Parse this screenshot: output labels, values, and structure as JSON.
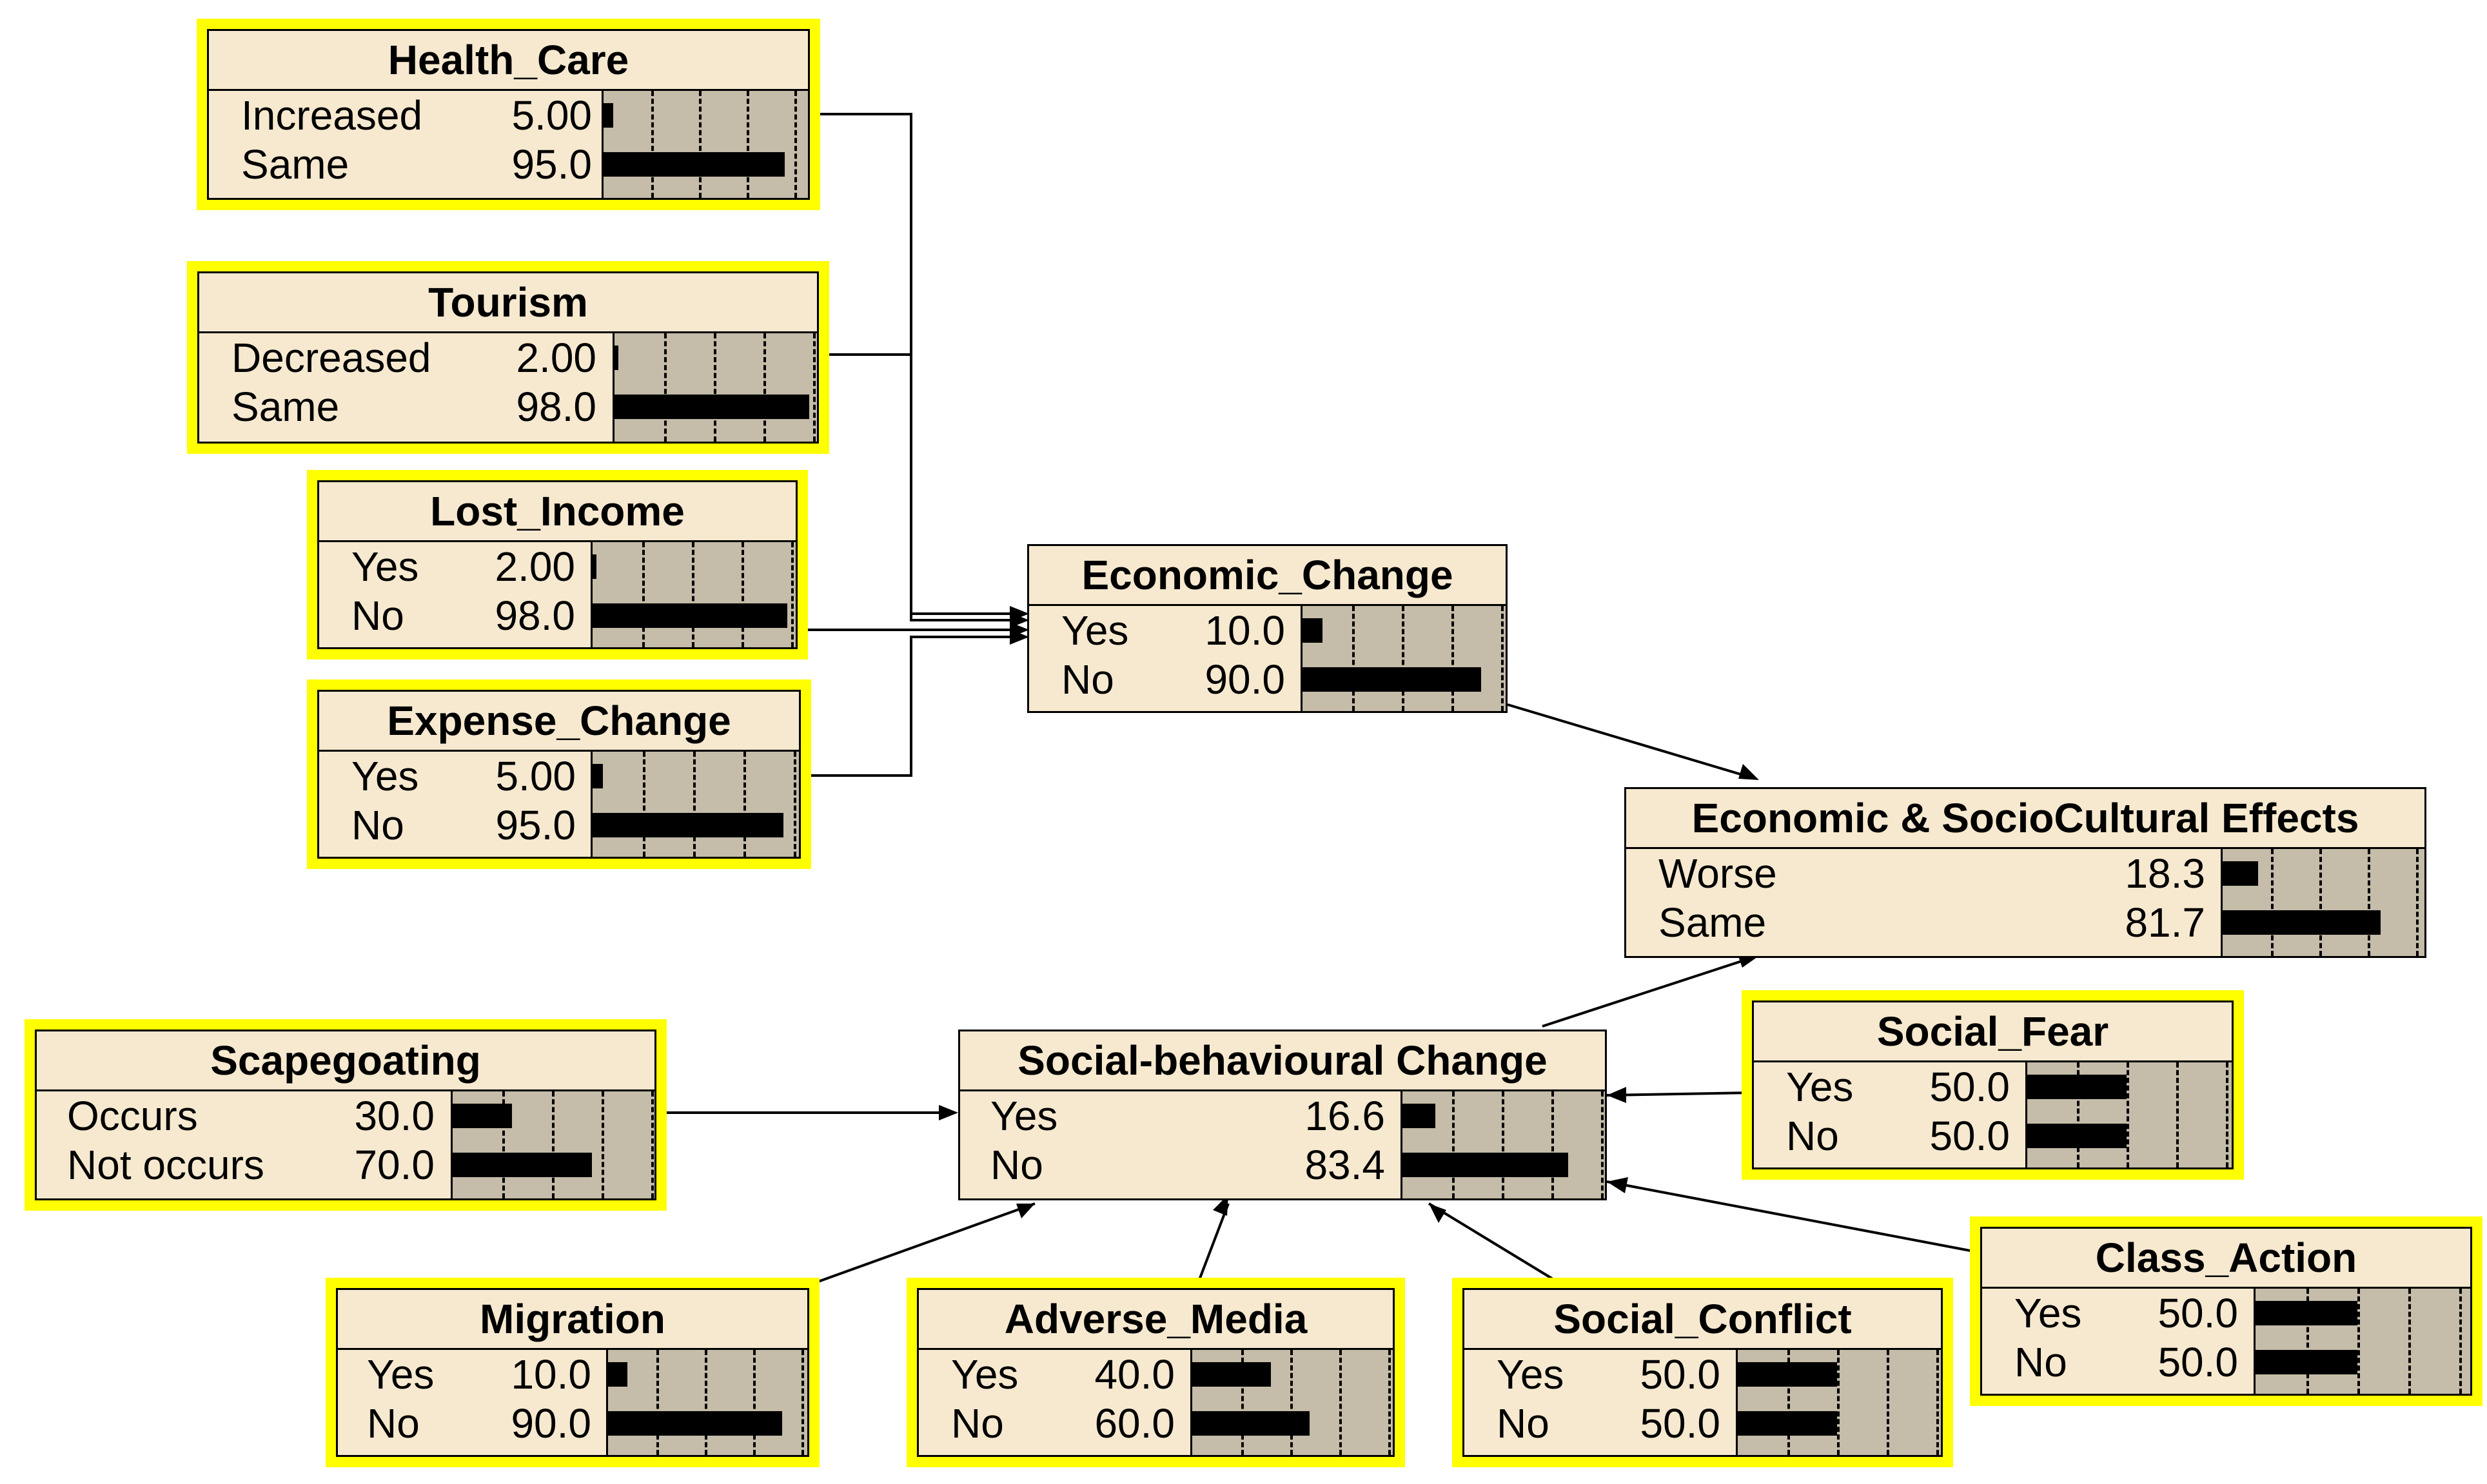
{
  "nodes": [
    {
      "id": "health",
      "title": "Health_Care",
      "evidence": true,
      "states": [
        {
          "label": "Increased",
          "value": "5.00",
          "pct": 5
        },
        {
          "label": "Same",
          "value": "95.0",
          "pct": 95
        }
      ]
    },
    {
      "id": "tourism",
      "title": "Tourism",
      "evidence": true,
      "states": [
        {
          "label": "Decreased",
          "value": "2.00",
          "pct": 2
        },
        {
          "label": "Same",
          "value": "98.0",
          "pct": 98
        }
      ]
    },
    {
      "id": "lostincome",
      "title": "Lost_Income",
      "evidence": true,
      "states": [
        {
          "label": "Yes",
          "value": "2.00",
          "pct": 2
        },
        {
          "label": "No",
          "value": "98.0",
          "pct": 98
        }
      ]
    },
    {
      "id": "expense",
      "title": "Expense_Change",
      "evidence": true,
      "states": [
        {
          "label": "Yes",
          "value": "5.00",
          "pct": 5
        },
        {
          "label": "No",
          "value": "95.0",
          "pct": 95
        }
      ]
    },
    {
      "id": "economic",
      "title": "Economic_Change",
      "evidence": false,
      "states": [
        {
          "label": "Yes",
          "value": "10.0",
          "pct": 10
        },
        {
          "label": "No",
          "value": "90.0",
          "pct": 90
        }
      ]
    },
    {
      "id": "effects",
      "title": "Economic & SocioCultural Effects",
      "evidence": false,
      "states": [
        {
          "label": "Worse",
          "value": "18.3",
          "pct": 18.3
        },
        {
          "label": "Same",
          "value": "81.7",
          "pct": 81.7
        }
      ]
    },
    {
      "id": "socialfear",
      "title": "Social_Fear",
      "evidence": true,
      "states": [
        {
          "label": "Yes",
          "value": "50.0",
          "pct": 50
        },
        {
          "label": "No",
          "value": "50.0",
          "pct": 50
        }
      ]
    },
    {
      "id": "scapegoating",
      "title": "Scapegoating",
      "evidence": true,
      "states": [
        {
          "label": "Occurs",
          "value": "30.0",
          "pct": 30
        },
        {
          "label": "Not occurs",
          "value": "70.0",
          "pct": 70
        }
      ]
    },
    {
      "id": "socialbehav",
      "title": "Social-behavioural Change",
      "evidence": false,
      "states": [
        {
          "label": "Yes",
          "value": "16.6",
          "pct": 16.6
        },
        {
          "label": "No",
          "value": "83.4",
          "pct": 83.4
        }
      ]
    },
    {
      "id": "classaction",
      "title": "Class_Action",
      "evidence": true,
      "states": [
        {
          "label": "Yes",
          "value": "50.0",
          "pct": 50
        },
        {
          "label": "No",
          "value": "50.0",
          "pct": 50
        }
      ]
    },
    {
      "id": "migration",
      "title": "Migration",
      "evidence": true,
      "states": [
        {
          "label": "Yes",
          "value": "10.0",
          "pct": 10
        },
        {
          "label": "No",
          "value": "90.0",
          "pct": 90
        }
      ]
    },
    {
      "id": "adversemedia",
      "title": "Adverse_Media",
      "evidence": true,
      "states": [
        {
          "label": "Yes",
          "value": "40.0",
          "pct": 40
        },
        {
          "label": "No",
          "value": "60.0",
          "pct": 60
        }
      ]
    },
    {
      "id": "socialconflict",
      "title": "Social_Conflict",
      "evidence": true,
      "states": [
        {
          "label": "Yes",
          "value": "50.0",
          "pct": 50
        },
        {
          "label": "No",
          "value": "50.0",
          "pct": 50
        }
      ]
    }
  ],
  "edges": [
    {
      "from": "Health_Care",
      "to": "Economic_Change"
    },
    {
      "from": "Tourism",
      "to": "Economic_Change"
    },
    {
      "from": "Lost_Income",
      "to": "Economic_Change"
    },
    {
      "from": "Expense_Change",
      "to": "Economic_Change"
    },
    {
      "from": "Economic_Change",
      "to": "Economic & SocioCultural Effects"
    },
    {
      "from": "Social-behavioural Change",
      "to": "Economic & SocioCultural Effects"
    },
    {
      "from": "Scapegoating",
      "to": "Social-behavioural Change"
    },
    {
      "from": "Social_Fear",
      "to": "Social-behavioural Change"
    },
    {
      "from": "Class_Action",
      "to": "Social-behavioural Change"
    },
    {
      "from": "Migration",
      "to": "Social-behavioural Change"
    },
    {
      "from": "Adverse_Media",
      "to": "Social-behavioural Change"
    },
    {
      "from": "Social_Conflict",
      "to": "Social-behavioural Change"
    }
  ],
  "colors": {
    "evidence_highlight": "#ffff00",
    "title_bg": "#f6e9cf",
    "chart_bg": "#c5bca9",
    "bar": "#000000"
  }
}
